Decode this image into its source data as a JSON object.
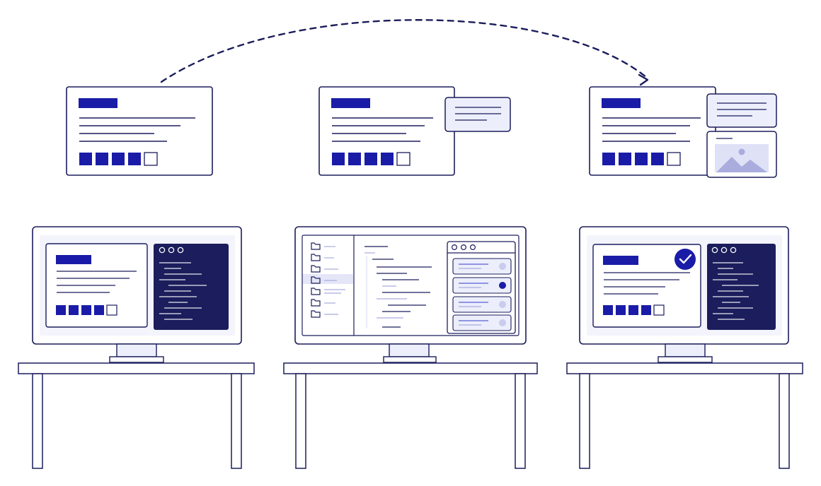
{
  "illustration": {
    "stages": [
      {
        "card": {
          "rating_filled": 4,
          "rating_total": 5
        },
        "monitor": {
          "rating_filled": 4,
          "rating_total": 5,
          "has_check_badge": false
        }
      },
      {
        "card": {
          "rating_filled": 4,
          "rating_total": 5
        },
        "monitor": {
          "list_items": 4,
          "selected_item": 1
        }
      },
      {
        "card": {
          "rating_filled": 4,
          "rating_total": 5
        },
        "monitor": {
          "rating_filled": 4,
          "rating_total": 5,
          "has_check_badge": true
        }
      }
    ],
    "arrow": {
      "from_stage": 0,
      "to_stage": 2,
      "style": "dashed"
    },
    "icons": {
      "window_dots": "three-dot-window-controls-icon",
      "folder": "folder-icon",
      "check": "check-badge-icon",
      "image": "image-placeholder-icon"
    },
    "colors": {
      "primary": "#1a1ca8",
      "navy": "#1b1d5c",
      "outline": "#1b1d5c",
      "light_fill": "#eceefb",
      "muted": "#a9acdc",
      "accent": "#5a5fd6"
    }
  }
}
